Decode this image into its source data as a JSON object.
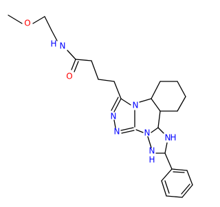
{
  "colors": {
    "carbon_bond": "#000000",
    "oxygen": "#ff0000",
    "nitrogen": "#0000ff",
    "background": "#ffffff"
  },
  "atoms": {
    "O_ether": "O",
    "NH_amide": "H",
    "N_amide": "N",
    "O_carbonyl": "O",
    "N_triazole_1": "N",
    "N_triazole_2": "N",
    "N_triazole_3": "N",
    "N_ring_a": "N",
    "N_ring_b": "N",
    "NH_a": "H",
    "N_a": "N",
    "NH_b": "H",
    "N_b": "N"
  }
}
